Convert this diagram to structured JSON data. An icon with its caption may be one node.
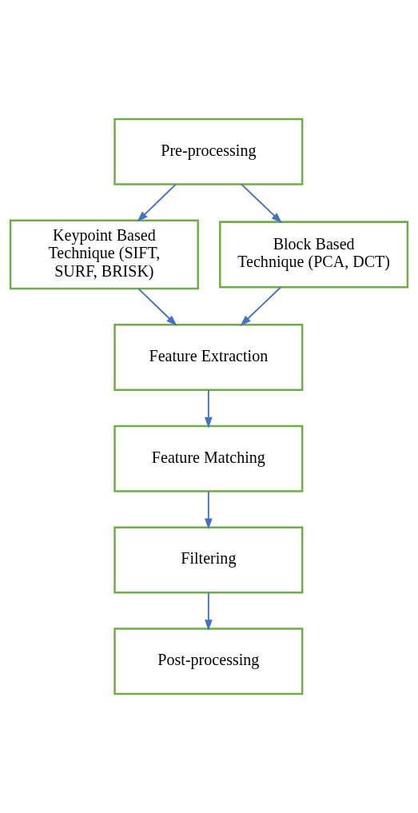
{
  "diagram": {
    "nodes": [
      {
        "text": [
          "Pre-processing"
        ]
      },
      {
        "text": [
          "Keypoint Based Technique (SIFT, SURF, BRISK)"
        ]
      },
      {
        "text": [
          "Block Based Technique (PCA, DCT)"
        ]
      },
      {
        "text": [
          "Feature Extraction"
        ]
      },
      {
        "text": [
          "Feature Matching"
        ]
      },
      {
        "text": [
          "Filtering"
        ]
      },
      {
        "text": [
          "Post-processing"
        ]
      }
    ],
    "edges": [
      {
        "from": 0,
        "to": 1,
        "arrow": "to"
      },
      {
        "from": 0,
        "to": 2,
        "arrow": "to"
      },
      {
        "from": 1,
        "to": 3,
        "arrow": "to"
      },
      {
        "from": 2,
        "to": 3,
        "arrow": "to"
      },
      {
        "from": 3,
        "to": 4,
        "arrow": "to"
      },
      {
        "from": 4,
        "to": 5,
        "arrow": "to"
      },
      {
        "from": 5,
        "to": 6,
        "arrow": "to"
      }
    ]
  }
}
